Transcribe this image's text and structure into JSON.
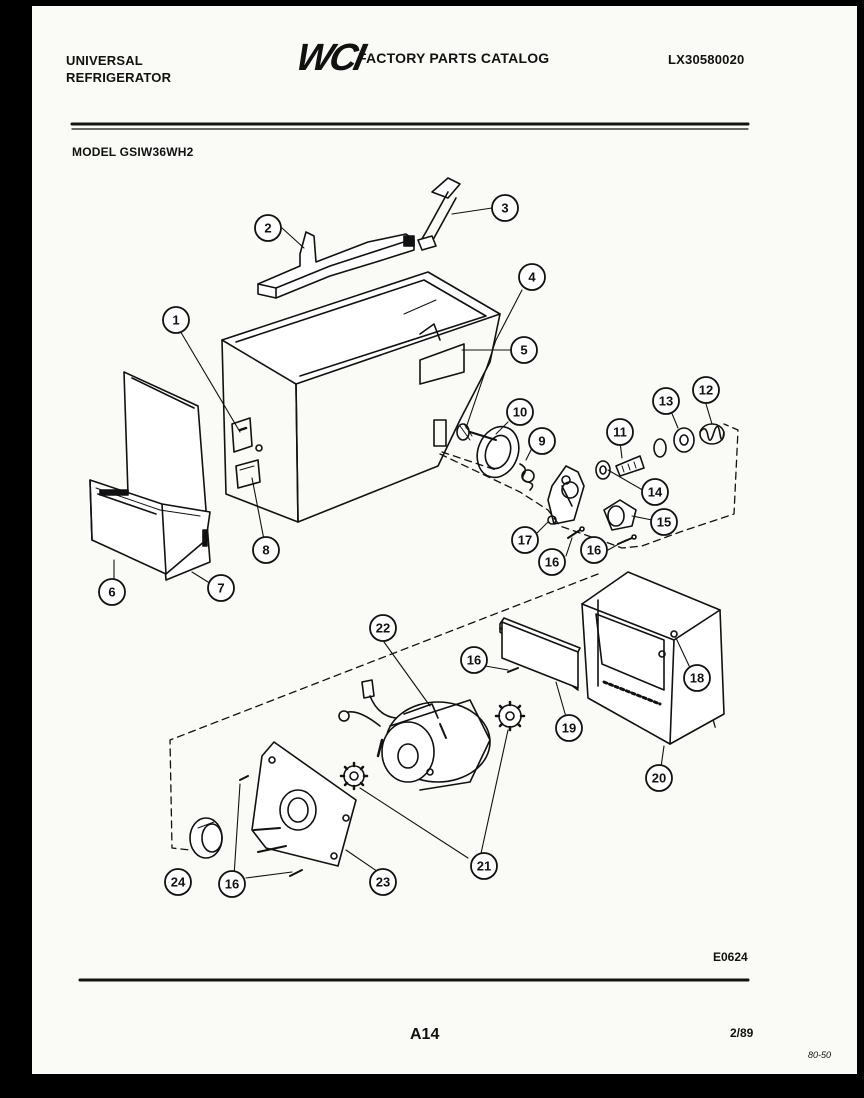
{
  "header": {
    "brand_line1": "UNIVERSAL",
    "brand_line2": "REFRIGERATOR",
    "logo_text": "WCI",
    "catalog_title": "FACTORY PARTS CATALOG",
    "catalog_number": "LX30580020"
  },
  "model_label": "MODEL GSIW36WH2",
  "callouts": [
    "1",
    "2",
    "3",
    "4",
    "5",
    "6",
    "7",
    "8",
    "9",
    "10",
    "11",
    "12",
    "13",
    "14",
    "15",
    "16",
    "16",
    "16",
    "16",
    "16",
    "17",
    "18",
    "19",
    "20",
    "21",
    "22",
    "23",
    "24"
  ],
  "footer": {
    "figure_code": "E0624",
    "page_number": "A14",
    "date_code": "2/89",
    "margin_note": "80-50"
  }
}
